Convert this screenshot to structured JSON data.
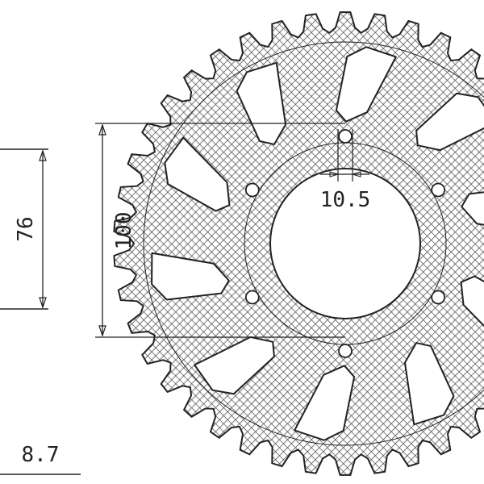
{
  "drawing": {
    "subject": "sprocket",
    "teeth_count": 42,
    "window_count": 10,
    "bolt_hole_count": 6,
    "line_color": "#222222",
    "hatch_color": "#555555"
  },
  "dimensions": {
    "inner_bolt_spacing": "76",
    "bolt_circle": "100",
    "bolt_hole": "10.5",
    "thickness": "8.7"
  }
}
